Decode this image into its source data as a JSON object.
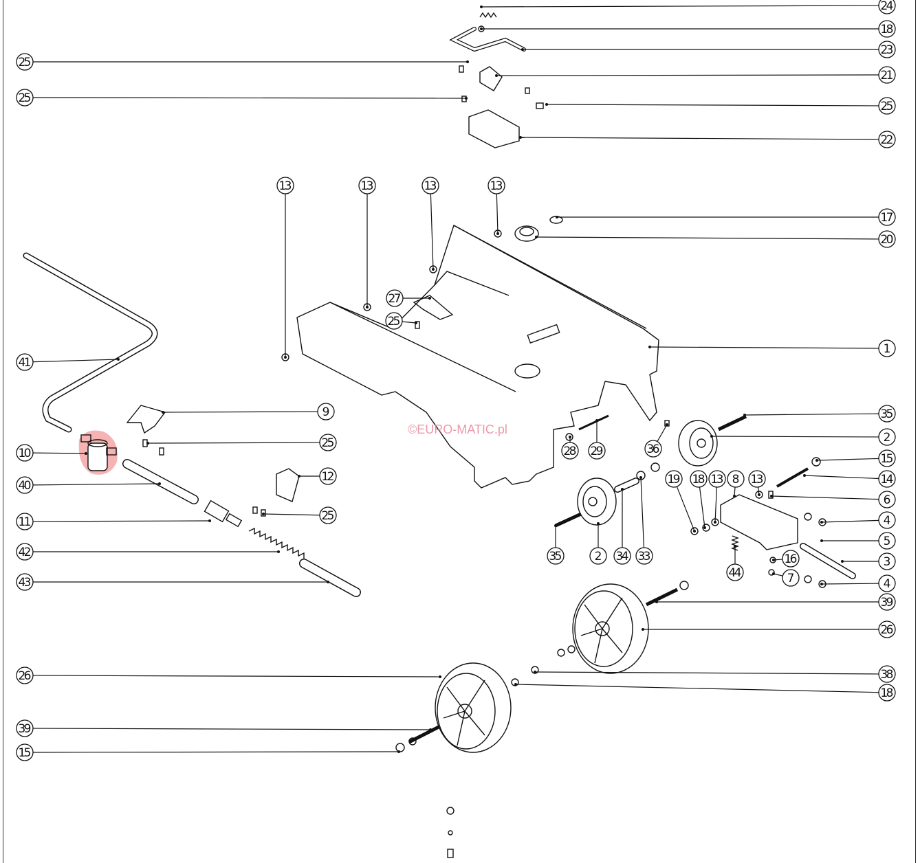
{
  "diagram": {
    "watermark": "©EURO-MATIC.pl",
    "highlighted_part": "10",
    "colors": {
      "line": "#111111",
      "highlight": "#f4a0a0",
      "watermark": "#e8889a"
    },
    "callouts": [
      "24",
      "18",
      "23",
      "21",
      "25",
      "22",
      "17",
      "20",
      "1",
      "35",
      "2",
      "15",
      "14",
      "6",
      "4",
      "5",
      "3",
      "4",
      "39",
      "26",
      "38",
      "18",
      "25",
      "25",
      "41",
      "10",
      "40",
      "11",
      "42",
      "43",
      "26",
      "39",
      "15",
      "13",
      "13",
      "13",
      "13",
      "27",
      "25",
      "9",
      "25",
      "12",
      "25",
      "29",
      "28",
      "36",
      "19",
      "18",
      "13",
      "8",
      "13",
      "35",
      "2",
      "34",
      "33",
      "44",
      "16",
      "7"
    ]
  }
}
